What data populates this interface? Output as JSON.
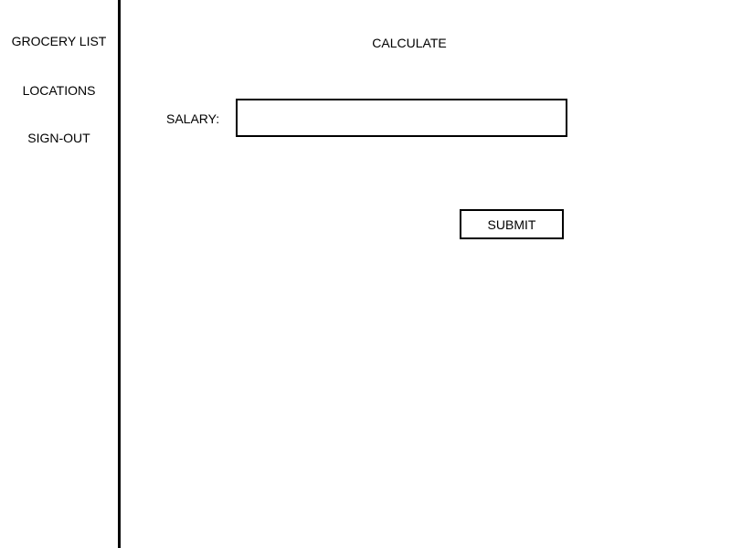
{
  "sidebar": {
    "items": [
      {
        "label": "GROCERY LIST"
      },
      {
        "label": "LOCATIONS"
      },
      {
        "label": "SIGN-OUT"
      }
    ]
  },
  "main": {
    "title": "CALCULATE",
    "salary_label": "SALARY:",
    "salary_value": "",
    "salary_placeholder": "",
    "submit_label": "SUBMIT"
  }
}
